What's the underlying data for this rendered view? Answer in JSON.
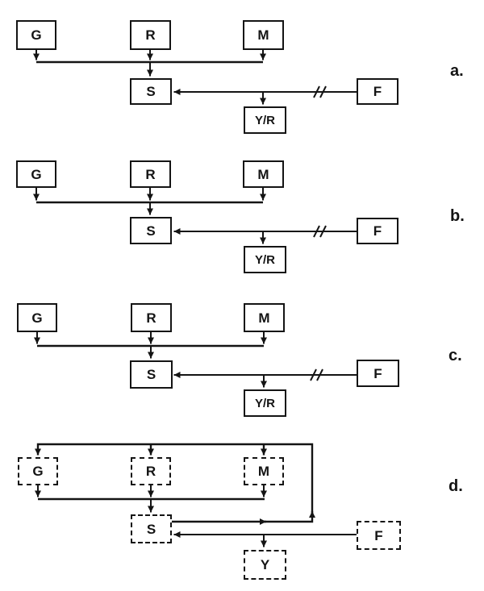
{
  "figure": {
    "background": "#ffffff",
    "ink": "#141414",
    "panel_count": 4
  },
  "panels": [
    {
      "letter": "a.",
      "box_style": "solid",
      "f_line_has_break": true,
      "nodes": {
        "g": "G",
        "r": "R",
        "m": "M",
        "s": "S",
        "f": "F",
        "out": "Y/R"
      },
      "edges": [
        "G->bus",
        "R->bus",
        "M->bus",
        "bus->S",
        "F->S (broken line)",
        "F-line->Y/R"
      ]
    },
    {
      "letter": "b.",
      "box_style": "solid",
      "f_line_has_break": true,
      "nodes": {
        "g": "G",
        "r": "R",
        "m": "M",
        "s": "S",
        "f": "F",
        "out": "Y/R"
      },
      "edges": [
        "G->bus",
        "R->bus",
        "M->bus",
        "bus->S",
        "F->S (broken line)",
        "F-line->Y/R"
      ]
    },
    {
      "letter": "c.",
      "box_style": "solid",
      "f_line_has_break": true,
      "nodes": {
        "g": "G",
        "r": "R",
        "m": "M",
        "s": "S",
        "f": "F",
        "out": "Y/R"
      },
      "edges": [
        "G->bus",
        "R->bus",
        "M->bus",
        "bus->S",
        "F->S (broken line)",
        "F-line->Y/R"
      ]
    },
    {
      "letter": "d.",
      "box_style": "dashed",
      "f_line_has_break": false,
      "nodes": {
        "g": "G",
        "r": "R",
        "m": "M",
        "s": "S",
        "f": "F",
        "out": "Y"
      },
      "edges": [
        "G->bus",
        "R->bus",
        "M->bus",
        "bus->S",
        "F->S",
        "F-line->Y",
        "S->feedback-loop",
        "feedback-loop->G",
        "feedback-loop->R",
        "feedback-loop->M"
      ]
    }
  ]
}
